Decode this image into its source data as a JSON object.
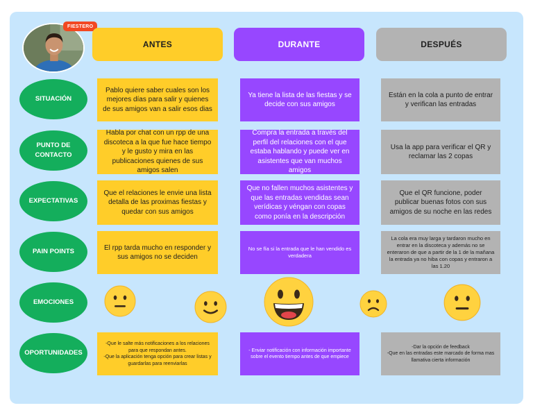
{
  "persona": {
    "badge": "FIESTERO",
    "avatar_icon": "person-photo-icon"
  },
  "columns": [
    {
      "label": "ANTES",
      "color": "#ffcd29"
    },
    {
      "label": "DURANTE",
      "color": "#9747ff"
    },
    {
      "label": "DESPUÉS",
      "color": "#b3b3b3"
    }
  ],
  "rows": [
    {
      "label": "SITUACIÓN",
      "antes": "Pablo quiere saber cuales son los mejores días para salir y quienes de sus amigos van a salir esos dias",
      "durante": "Ya tiene la lista de las fiestas y se decide con sus amigos",
      "despues": "Están en la cola a punto de entrar y verifican las entradas"
    },
    {
      "label": "PUNTO DE CONTACTO",
      "antes": "Habla por chat con un rpp de una discoteca a la que fue hace tiempo y le gusto y mira en las publicaciones quienes de sus amigos salen",
      "durante": "Compra la entrada a través del perfil del relaciones con el que estaba hablando y puede ver en asistentes que van muchos amigos",
      "despues": "Usa la app para verificar el QR y reclamar las 2 copas"
    },
    {
      "label": "EXPECTATIVAS",
      "antes": "Que el relaciones le envie una lista detalla de las proximas fiestas y quedar con sus amigos",
      "durante": "Que no fallen muchos asistentes y que las entradas vendidas sean verídicas y véngan con copas como ponía en la descripción",
      "despues": "Que el QR funcione, poder publicar buenas fotos con sus amigos de su noche en las redes"
    },
    {
      "label": "PAIN POINTS",
      "antes": "El rpp tarda mucho en responder y sus amigos no se deciden",
      "durante": "No se fía si la entrada que le han vendido es verdadera",
      "despues": "La cola era muy larga y tardaron mucho en entrar en la discoteca y además no se enteraron de que a partir de la 1 de la mañana la entrada ya no hiba con copas y entraron a las 1.20"
    },
    {
      "label": "EMOCIONES",
      "emojis": [
        "neutral-face-icon",
        "slight-smile-face-icon",
        "big-grin-face-icon",
        "frown-face-icon",
        "neutral-face-icon"
      ]
    },
    {
      "label": "OPORTUNIDADES",
      "antes": "-Que le salte más notificaciones a los relaciones para que respondan antes.\n-Que la aplicación tenga opción para crear listas y guardarlas para reenviarlas",
      "durante": "-  Enviar notificación con información importante sobre el evento tiempo antes de que empiece",
      "despues": "-Dar la opción de feedback\n-Que en las entradas este marcado de forma mas llamativa cierta información"
    }
  ],
  "colors": {
    "board": "#c7e6fd",
    "green": "#14ae5c",
    "badge": "#f24822",
    "emoji_face": "#ffd23f"
  }
}
